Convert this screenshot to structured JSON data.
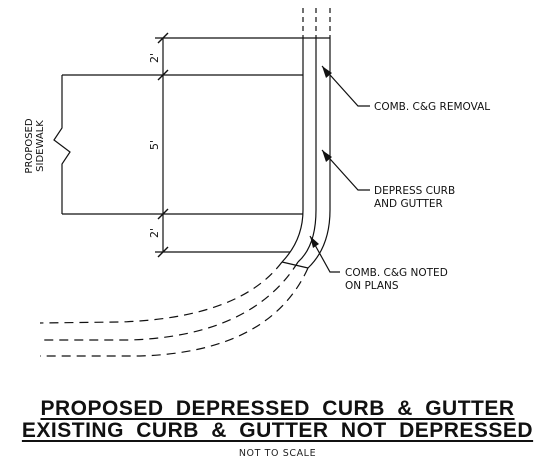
{
  "labels": {
    "removal": "COMB. C&G REMOVAL",
    "depress_line1": "DEPRESS CURB",
    "depress_line2": "AND GUTTER",
    "noted_line1": "COMB. C&G NOTED",
    "noted_line2": "ON PLANS",
    "sidewalk_line1": "PROPOSED",
    "sidewalk_line2": "SIDEWALK"
  },
  "dimensions": {
    "top": "2'",
    "middle": "5'",
    "bottom": "2'"
  },
  "title": {
    "line1": "PROPOSED DEPRESSED CURB & GUTTER",
    "line2": "EXISTING CURB & GUTTER NOT DEPRESSED",
    "note": "NOT TO SCALE"
  }
}
